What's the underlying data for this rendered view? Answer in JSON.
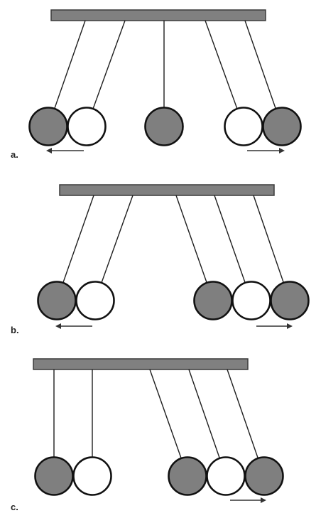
{
  "colors": {
    "bar_fill": "#808080",
    "ball_dark": "#7f7f7f",
    "ball_light": "#ffffff",
    "outline": "#111111",
    "label": "#222222"
  },
  "panels": [
    {
      "label": "a.",
      "balls": [
        "dark",
        "light",
        "dark",
        "light",
        "dark"
      ],
      "arrows": [
        "left",
        "right"
      ]
    },
    {
      "label": "b.",
      "balls": [
        "dark",
        "light",
        "dark",
        "light",
        "dark"
      ],
      "arrows": [
        "left",
        "right"
      ]
    },
    {
      "label": "c.",
      "balls": [
        "dark",
        "light",
        "dark",
        "light",
        "dark"
      ],
      "arrows": [
        "right"
      ]
    }
  ]
}
